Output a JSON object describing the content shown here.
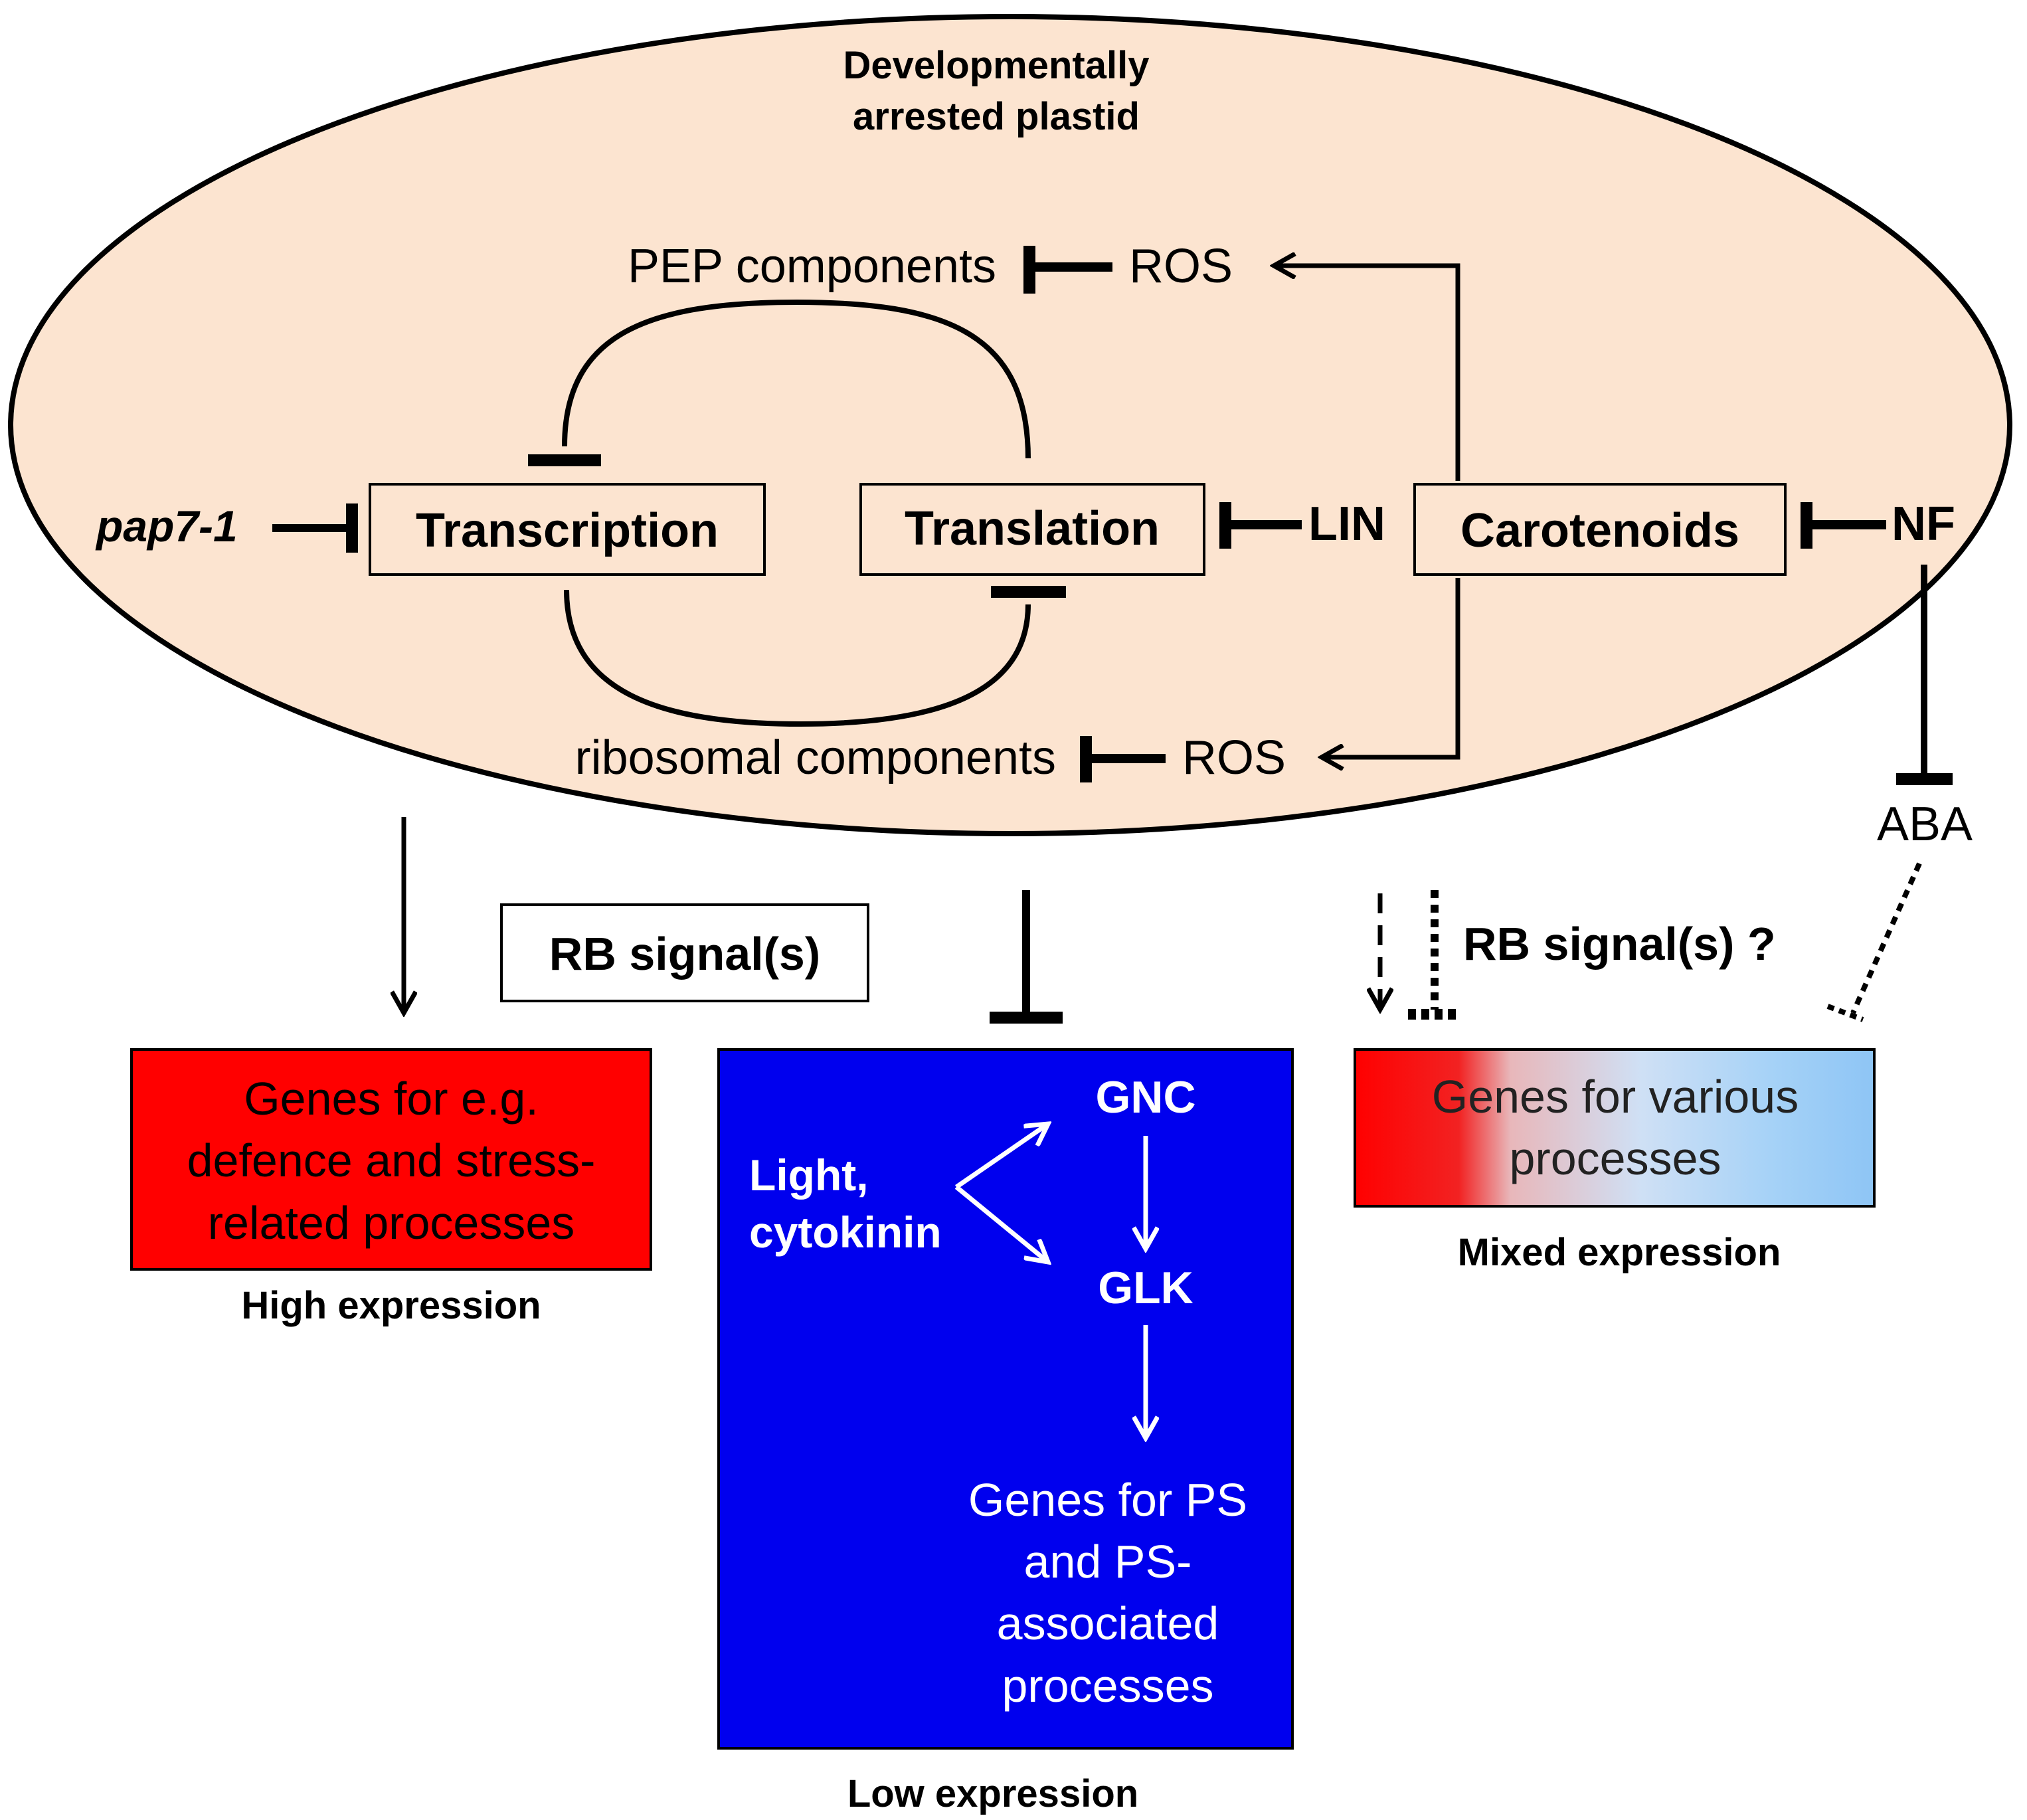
{
  "plastid": {
    "title_line1": "Developmentally",
    "title_line2": "arrested plastid"
  },
  "nodes": {
    "pep_components": "PEP components",
    "ros_top": "ROS",
    "ros_bottom": "ROS",
    "ribosomal_components": "ribosomal components",
    "pap7": "pap7-1",
    "transcription": "Transcription",
    "translation": "Translation",
    "lin": "LIN",
    "carotenoids": "Carotenoids",
    "nf": "NF",
    "aba": "ABA"
  },
  "signals": {
    "rb_signals": "RB signal(s)",
    "rb_signals_uncertain": "RB signal(s) ?"
  },
  "outputs": {
    "high": {
      "line1": "Genes for e.g.",
      "line2": "defence and stress-",
      "line3": "related processes",
      "caption": "High expression"
    },
    "low": {
      "light_line1": "Light,",
      "light_line2": "cytokinin",
      "gnc": "GNC",
      "glk": "GLK",
      "line1": "Genes for PS",
      "line2": "and PS-",
      "line3": "associated",
      "line4": "processes",
      "caption": "Low expression"
    },
    "mixed": {
      "line1": "Genes for various",
      "line2": "processes",
      "caption": "Mixed expression"
    }
  },
  "colors": {
    "plastid_fill": "#FCE4D0",
    "high_box": "#FF0000",
    "low_box": "#0000EE",
    "mixed_left": "#FF0000",
    "mixed_right": "#8EC5F5",
    "line": "#000000"
  }
}
